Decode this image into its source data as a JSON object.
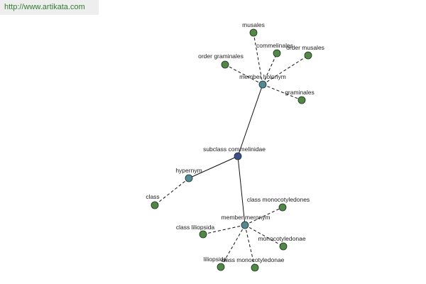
{
  "header": {
    "source_url": "http://www.artikata.com"
  },
  "colors": {
    "root_node": "#3c4f8a",
    "relation_node": "#4f8a96",
    "leaf_node": "#4e8a43",
    "node_stroke": "#1f2f1f",
    "solid_edge": "#111111",
    "dashed_edge": "#111111",
    "banner_bg": "#eeeeee",
    "link_text": "#2e7d32"
  },
  "graph": {
    "root": {
      "id": "root",
      "label": "subclass commelinidae"
    },
    "relations": [
      {
        "id": "member-holonym",
        "label": "member holonym",
        "members": [
          {
            "id": "musales",
            "label": "musales"
          },
          {
            "id": "commelinales",
            "label": "commelinales"
          },
          {
            "id": "order-musales",
            "label": "order musales"
          },
          {
            "id": "order-graminales",
            "label": "order graminales"
          },
          {
            "id": "graminales",
            "label": "graminales"
          }
        ]
      },
      {
        "id": "hypernym",
        "label": "hypernym",
        "members": [
          {
            "id": "class",
            "label": "class"
          }
        ]
      },
      {
        "id": "member-meronym",
        "label": "member meronym",
        "members": [
          {
            "id": "class-monocotyledones",
            "label": "class monocotyledones"
          },
          {
            "id": "class-liliopsida",
            "label": "class liliopsida"
          },
          {
            "id": "monocotyledonae",
            "label": "monocotyledonae"
          },
          {
            "id": "liliopsida",
            "label": "liliopsida"
          },
          {
            "id": "class-monocotyledonae",
            "label": "class monocotyledonae"
          }
        ]
      }
    ]
  }
}
